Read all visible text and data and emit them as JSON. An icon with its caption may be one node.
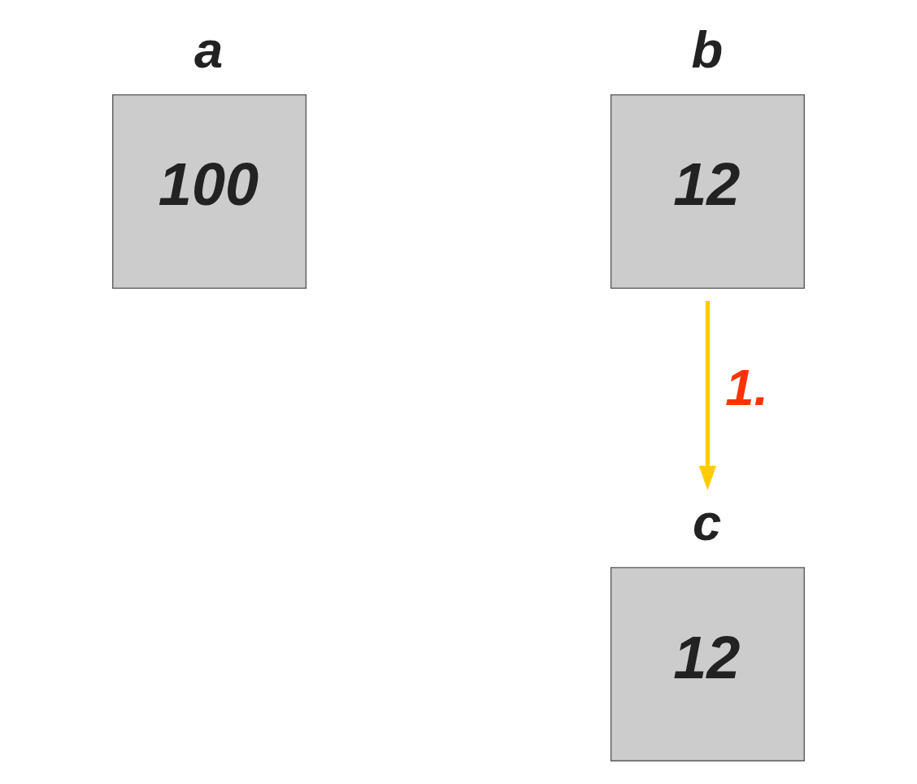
{
  "diagram": {
    "nodes": [
      {
        "text": [
          "a",
          "100"
        ]
      },
      {
        "text": [
          "b",
          "12"
        ]
      },
      {
        "text": [
          "c",
          "12"
        ]
      }
    ],
    "edges": [
      {
        "from": 1,
        "to": 2,
        "arrow": "to",
        "label": "1.",
        "color": "#ffcc00"
      }
    ]
  }
}
